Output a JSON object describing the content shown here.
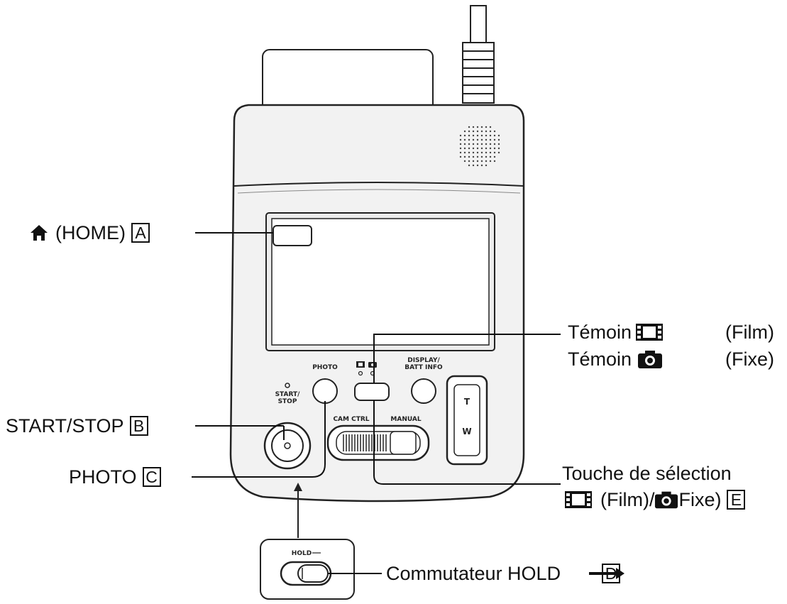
{
  "labels": {
    "home": {
      "text": "(HOME)",
      "letter": "A"
    },
    "start_stop": {
      "text": "START/STOP",
      "letter": "B"
    },
    "photo": {
      "text": "PHOTO",
      "letter": "C"
    },
    "hold": {
      "text": "Commutateur HOLD",
      "letter": "D"
    },
    "selection": {
      "line1": "Touche de sélection",
      "film": "(Film)/",
      "fixe": "Fixe)",
      "letter": "E"
    },
    "temoin_film": {
      "word": "Témoin",
      "mode": "(Film)"
    },
    "temoin_fixe": {
      "word": "Témoin",
      "mode": "(Fixe)"
    }
  },
  "device": {
    "photo_btn": "PHOTO",
    "start_stop": "START/\nSTOP",
    "display": "DISPLAY/\nBATT INFO",
    "cam_ctrl": "CAM CTRL",
    "manual": "MANUAL",
    "zoom_t": "T",
    "zoom_w": "W",
    "hold_label": "HOLD"
  },
  "colors": {
    "line": "#111111",
    "body": "#f2f2f2",
    "outline": "#222222"
  }
}
